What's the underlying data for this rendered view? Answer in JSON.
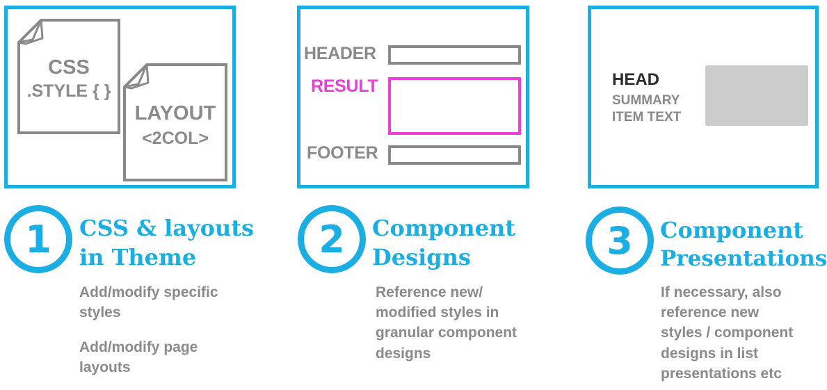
{
  "colors": {
    "accent": "#1aaee3",
    "gray": "#8a8a8a",
    "highlight": "#ee3dd9",
    "placeholder": "#cccccc"
  },
  "panel1": {
    "doc1_line1": "CSS",
    "doc1_line2": ".STYLE { }",
    "doc2_line1": "LAYOUT",
    "doc2_line2": "<2COL>"
  },
  "panel2": {
    "header_label": "HEADER",
    "result_label": "RESULT",
    "footer_label": "FOOTER"
  },
  "panel3": {
    "head": "HEAD",
    "summary": "SUMMARY",
    "item_text": "ITEM TEXT"
  },
  "steps": [
    {
      "number": "1",
      "title_line1": "CSS & layouts",
      "title_line2": "in Theme",
      "desc1_line1": "Add/modify specific",
      "desc1_line2": "styles",
      "desc2_line1": "Add/modify page",
      "desc2_line2": "layouts"
    },
    {
      "number": "2",
      "title_line1": "Component",
      "title_line2": "Designs",
      "desc_line1": "Reference new/",
      "desc_line2": "modified styles in",
      "desc_line3": "granular component",
      "desc_line4": "designs"
    },
    {
      "number": "3",
      "title_line1": "Component",
      "title_line2": "Presentations",
      "desc_line1": "If necessary, also",
      "desc_line2": "reference new",
      "desc_line3": "styles / component",
      "desc_line4": "designs in list",
      "desc_line5": "presentations etc"
    }
  ]
}
